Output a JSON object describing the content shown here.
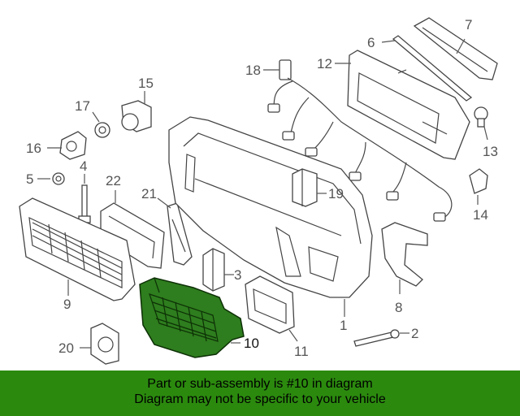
{
  "callouts": {
    "c1": "1",
    "c2": "2",
    "c3": "3",
    "c4": "4",
    "c5": "5",
    "c6": "6",
    "c7": "7",
    "c8": "8",
    "c9": "9",
    "c10": "10",
    "c11": "11",
    "c12": "12",
    "c13": "13",
    "c14": "14",
    "c15": "15",
    "c16": "16",
    "c17": "17",
    "c18": "18",
    "c19": "19",
    "c20": "20",
    "c21": "21",
    "c22": "22"
  },
  "highlighted_part": "10",
  "colors": {
    "highlight_fill": "#2e7d1e",
    "banner_bg": "#2b8a0e"
  },
  "banner": {
    "line1": "Part or sub-assembly is #10 in diagram",
    "line2": "Diagram may not be specific to your vehicle"
  }
}
